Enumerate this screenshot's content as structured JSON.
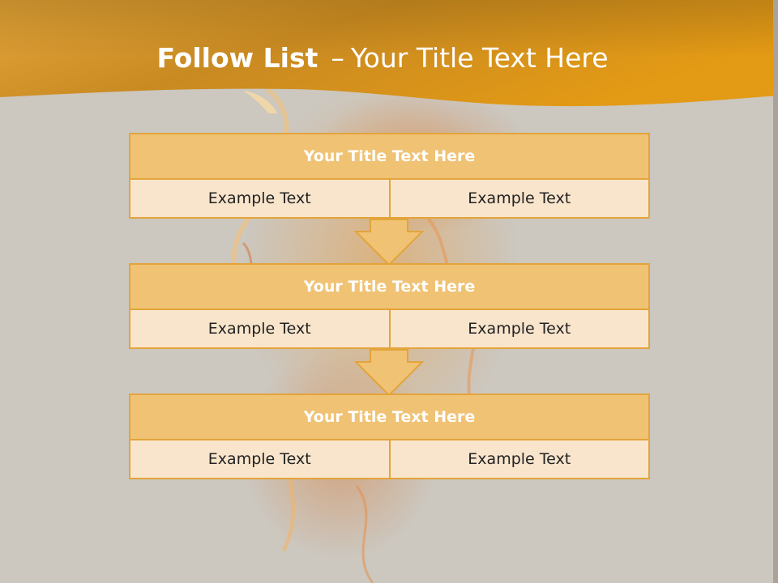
{
  "title": {
    "bold": "Follow List",
    "separator": "–",
    "rest": "Your Title Text Here"
  },
  "boxes": [
    {
      "title": "Your Title Text Here",
      "left": "Example Text",
      "right": "Example Text"
    },
    {
      "title": "Your Title Text Here",
      "left": "Example Text",
      "right": "Example Text"
    },
    {
      "title": "Your Title Text Here",
      "left": "Example Text",
      "right": "Example Text"
    }
  ],
  "colors": {
    "header": "#e6a52a",
    "background": "#ccc7bf",
    "box_title_fill": "#f0c274",
    "box_cell_fill": "#f9e5cc",
    "box_border": "#e3a43a"
  }
}
